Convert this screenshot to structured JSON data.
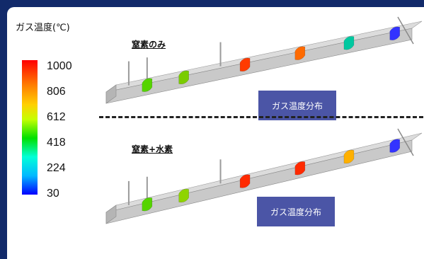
{
  "legend": {
    "title": "ガス温度(℃)",
    "ticks": [
      "1000",
      "806",
      "612",
      "418",
      "224",
      "30"
    ],
    "colorbar": [
      "#ff0000",
      "#ff7a00",
      "#ffd000",
      "#c6ff00",
      "#00e000",
      "#00ffd8",
      "#00b8ff",
      "#0000ff"
    ]
  },
  "cases": [
    {
      "label": "窒素のみ",
      "caption": "ガス温度分布",
      "section_colors": [
        "#55d400",
        "#7acc00",
        "#ff3b00",
        "#ff6a00",
        "#00c8a0",
        "#3333ff"
      ]
    },
    {
      "label": "窒素+水素",
      "caption": "ガス温度分布",
      "section_colors": [
        "#55d400",
        "#8fd400",
        "#ff2a00",
        "#ff2a00",
        "#ffb000",
        "#3333ff"
      ]
    }
  ],
  "colors": {
    "frame": "#122a6a",
    "caption_bg": "#4b55a6",
    "duct": "#c9c9c9"
  }
}
